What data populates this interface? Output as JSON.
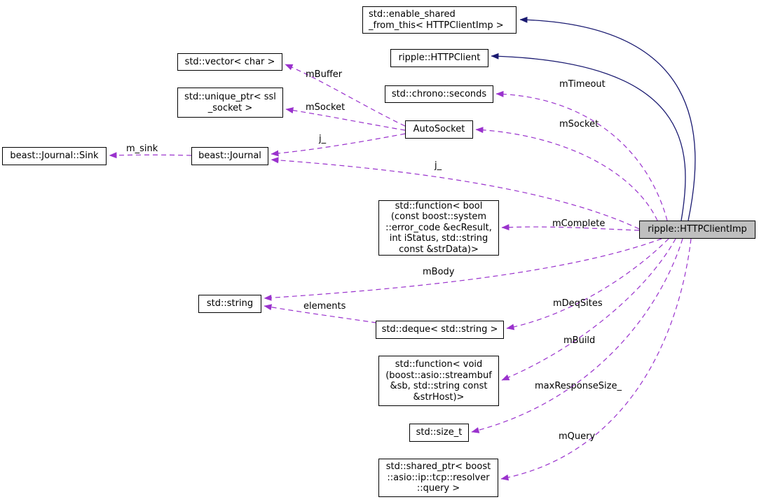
{
  "colors": {
    "edge_usage": "#9a32cd",
    "edge_inherit": "#191970",
    "node_fill": "#ffffff",
    "focus_fill": "#bfbfbf",
    "border": "#000000",
    "background": "#ffffff"
  },
  "nodes": {
    "enable_shared_from_this": {
      "label": "std::enable_shared\n_from_this< HTTPClientImp >"
    },
    "ripple_httpclient": {
      "label": "ripple::HTTPClient"
    },
    "std_vector_char": {
      "label": "std::vector< char >"
    },
    "std_chrono_seconds": {
      "label": "std::chrono::seconds"
    },
    "std_unique_ptr_ssl": {
      "label": "std::unique_ptr< ssl\n_socket >"
    },
    "autosocket": {
      "label": "AutoSocket"
    },
    "beast_journal_sink": {
      "label": "beast::Journal::Sink"
    },
    "beast_journal": {
      "label": "beast::Journal"
    },
    "std_function_bool": {
      "label": "std::function< bool\n(const boost::system\n::error_code &ecResult,\nint iStatus, std::string\nconst &strData)>"
    },
    "ripple_httpclientimp": {
      "label": "ripple::HTTPClientImp"
    },
    "std_string": {
      "label": "std::string"
    },
    "std_deque_string": {
      "label": "std::deque< std::string >"
    },
    "std_function_void": {
      "label": "std::function< void\n(boost::asio::streambuf\n&sb, std::string const\n&strHost)>"
    },
    "std_size_t": {
      "label": "std::size_t"
    },
    "std_shared_ptr_query": {
      "label": "std::shared_ptr< boost\n::asio::ip::tcp::resolver\n::query >"
    }
  },
  "edge_labels": {
    "mBuffer": "mBuffer",
    "mSocket_auto": "mSocket",
    "j_auto": "j_",
    "m_sink": "m_sink",
    "mTimeout": "mTimeout",
    "mSocket_imp": "mSocket",
    "j_imp": "j_",
    "mComplete": "mComplete",
    "mBody": "mBody",
    "mDeqSites": "mDeqSites",
    "elements": "elements",
    "mBuild": "mBuild",
    "maxResponseSize": "maxResponseSize_",
    "mQuery": "mQuery"
  }
}
